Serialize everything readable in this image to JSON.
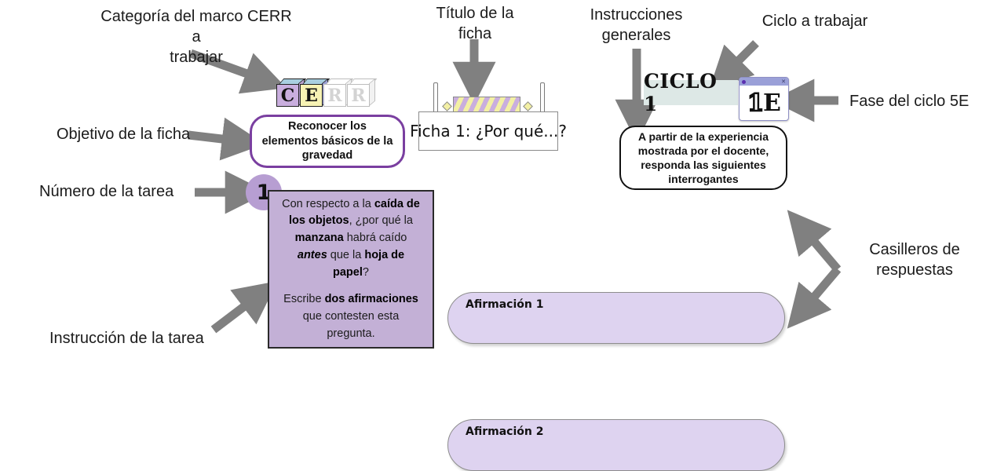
{
  "annotations": {
    "cerr_category": "Categoría del marco CERR a\ntrabajar",
    "sheet_title_label": "Título de la\nficha",
    "general_instructions_label": "Instrucciones\ngenerales",
    "cycle_label": "Ciclo a trabajar",
    "objective_label": "Objetivo de la ficha",
    "task_number_label": "Número de la tarea",
    "task_instruction_label": "Instrucción de la tarea",
    "phase_label": "Fase del ciclo 5E",
    "answer_boxes_label": "Casilleros de\nrespuestas"
  },
  "cerr_blocks": {
    "letters": [
      "C",
      "E",
      "R",
      "R"
    ],
    "active": [
      true,
      true,
      false,
      false
    ],
    "colors": {
      "c_face": "#c9aede",
      "e_face": "#f7f3b4",
      "cube_top": "#a9cfe0",
      "ghost_face": "#ffffff"
    }
  },
  "objective": {
    "text": "Reconocer los\nelementos básicos de la\ngravedad",
    "border_color": "#7a3fa0"
  },
  "sheet_sign": {
    "title": "Ficha 1: ¿Por qué...?",
    "stripe_colors": [
      "#c9aede",
      "#f3f0a4"
    ]
  },
  "cycle": {
    "banner_text": "CICLO 1",
    "banner_bg": "#dde8e6",
    "phase_window": {
      "digit": "1",
      "letter": "E",
      "titlebar_color": "#9aa0d8"
    }
  },
  "general_instructions": {
    "text": "A partir de la experiencia\nmostrada por el docente,\nresponda las siguientes\ninterrogantes"
  },
  "task": {
    "number": "1",
    "circle_color": "#b79ed2",
    "box_color": "#c3b0d6",
    "question_parts": [
      {
        "text": "Con respecto a la ",
        "style": "normal"
      },
      {
        "text": "caída de los objetos",
        "style": "bold"
      },
      {
        "text": ", ¿por qué la ",
        "style": "normal"
      },
      {
        "text": "manzana",
        "style": "bold"
      },
      {
        "text": " habrá caído ",
        "style": "normal"
      },
      {
        "text": "antes",
        "style": "bold-italic"
      },
      {
        "text": " que la ",
        "style": "normal"
      },
      {
        "text": "hoja de papel",
        "style": "bold"
      },
      {
        "text": "?",
        "style": "normal"
      }
    ],
    "instruction_parts": [
      {
        "text": "Escribe ",
        "style": "normal"
      },
      {
        "text": "dos afirmaciones",
        "style": "bold"
      },
      {
        "text": " que contesten esta pregunta.",
        "style": "normal"
      }
    ]
  },
  "answers": {
    "box_fill": "#ded3f0",
    "items": [
      {
        "label": "Afirmación 1",
        "value": ""
      },
      {
        "label": "Afirmación 2",
        "value": ""
      }
    ]
  },
  "arrow_color": "#808080"
}
